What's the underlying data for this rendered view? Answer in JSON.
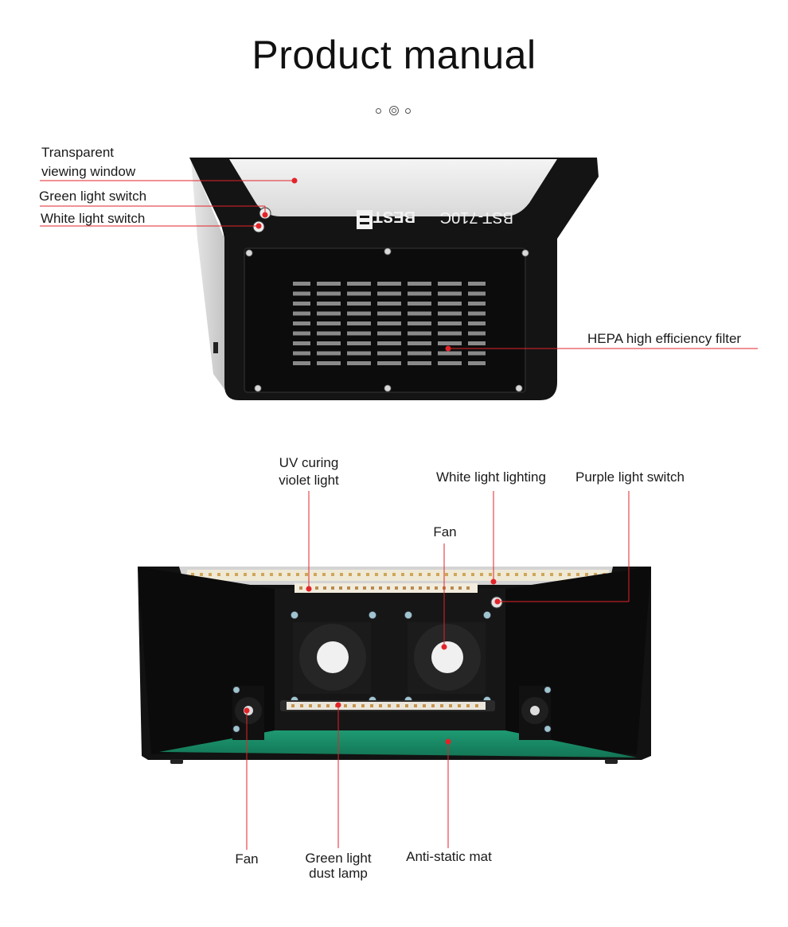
{
  "page": {
    "title": "Product manual",
    "carousel": {
      "count": 3,
      "active": 2
    }
  },
  "device_top": {
    "brand": "BEST",
    "model": "BST-710C",
    "labels": {
      "window_line1": "Transparent",
      "window_line2": "viewing window",
      "green_switch": "Green light switch",
      "white_switch": "White light switch",
      "hepa": "HEPA high efficiency filter"
    }
  },
  "device_inside": {
    "labels": {
      "uv_line1": "UV curing",
      "uv_line2": "violet light",
      "white_lighting": "White light lighting",
      "purple_switch": "Purple light switch",
      "fan_top": "Fan",
      "fan_left": "Fan",
      "green_lamp_line1": "Green light",
      "green_lamp_line2": "dust lamp",
      "mat": "Anti-static mat"
    }
  },
  "colors": {
    "accent_red": "#e3232a",
    "device_black": "#141414",
    "mat_green": "#1a8a66"
  }
}
